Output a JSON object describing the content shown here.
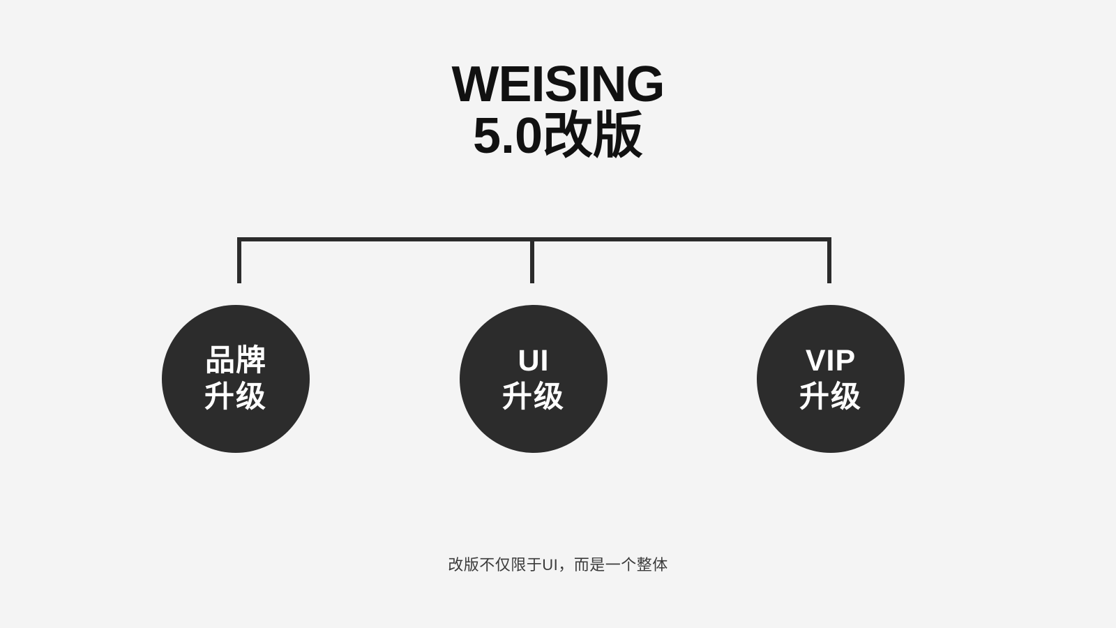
{
  "slide": {
    "background_color": "#f4f4f4",
    "title": {
      "line_1": "WEISING",
      "line_2": "5.0改版",
      "color": "#111111"
    },
    "connector": {
      "color": "#2b2b2b",
      "stroke_width": 6
    },
    "nodes": [
      {
        "id": "brand",
        "main_label": "品牌",
        "sub_label": "升级",
        "fill_color": "#2c2c2c",
        "text_color": "#ffffff"
      },
      {
        "id": "ui",
        "main_label": "UI",
        "sub_label": "升级",
        "fill_color": "#2c2c2c",
        "text_color": "#ffffff"
      },
      {
        "id": "vip",
        "main_label": "VIP",
        "sub_label": "升级",
        "fill_color": "#2c2c2c",
        "text_color": "#ffffff"
      }
    ],
    "caption": {
      "text": "改版不仅限于UI，而是一个整体",
      "color": "#3a3a3a"
    }
  }
}
